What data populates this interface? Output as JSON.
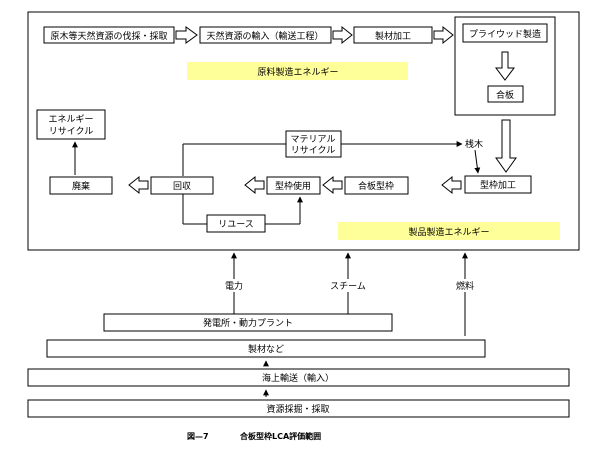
{
  "diagram": {
    "nodes": {
      "logging": "原木等天然資源の伐採・採取",
      "import": "天然資源の輸入（輸送工程）",
      "sawmill": "製材加工",
      "plywood_mfg": "プライウッド製造",
      "plywood": "合板",
      "recycle_energy": "エネルギー\nリサイクル",
      "disposal": "廃棄",
      "recovery": "回収",
      "formwork_use": "型枠使用",
      "plywood_formwork": "合板型枠",
      "formwork_processing": "型枠加工",
      "material_recycle": "マテリアル\nリサイクル",
      "reuse": "リユース",
      "timber": "桟木"
    },
    "highlights": {
      "raw_energy": "原料製造エネルギー",
      "product_energy": "製品製造エネルギー"
    },
    "inputs": {
      "electricity": "電力",
      "steam": "スチーム",
      "fuel": "燃料"
    },
    "supply_chain": [
      "発電所・動力プラント",
      "製材など",
      "海上輸送（輸入）",
      "資源採掘・採取"
    ],
    "caption": {
      "figure": "図—7",
      "title": "合板型枠LCA評価範囲"
    }
  }
}
